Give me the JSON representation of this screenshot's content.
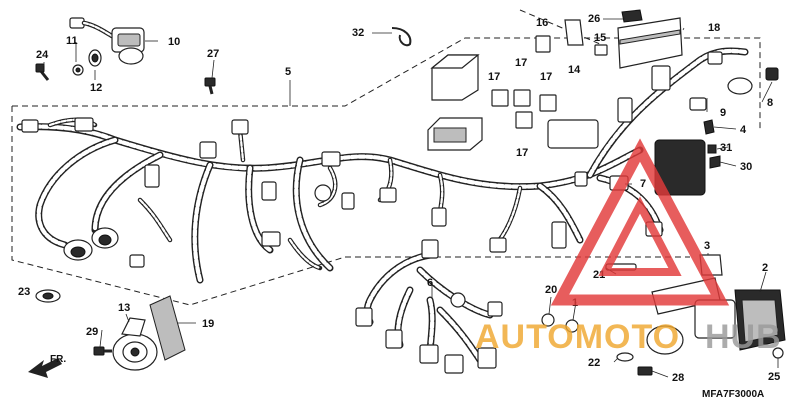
{
  "diagram_code": "MFA7F3000A",
  "front_arrow_label": "FR.",
  "watermark": {
    "text_orange": "AUTOMOTO",
    "text_grey": "HUB",
    "color_red": "#e23a3a",
    "color_orange": "#f0a830",
    "color_grey": "#9a9a9a"
  },
  "callouts": {
    "c1": "1",
    "c2": "2",
    "c3": "3",
    "c4": "4",
    "c5": "5",
    "c6": "6",
    "c7": "7",
    "c8": "8",
    "c9": "9",
    "c10": "10",
    "c11": "11",
    "c12": "12",
    "c13": "13",
    "c14": "14",
    "c15": "15",
    "c16": "16",
    "c17a": "17",
    "c17b": "17",
    "c17c": "17",
    "c17d": "17",
    "c18": "18",
    "c19": "19",
    "c20": "20",
    "c21": "21",
    "c22": "22",
    "c23": "23",
    "c24": "24",
    "c25": "25",
    "c26": "26",
    "c27": "27",
    "c28": "28",
    "c29": "29",
    "c30": "30",
    "c31": "31",
    "c32": "32"
  }
}
